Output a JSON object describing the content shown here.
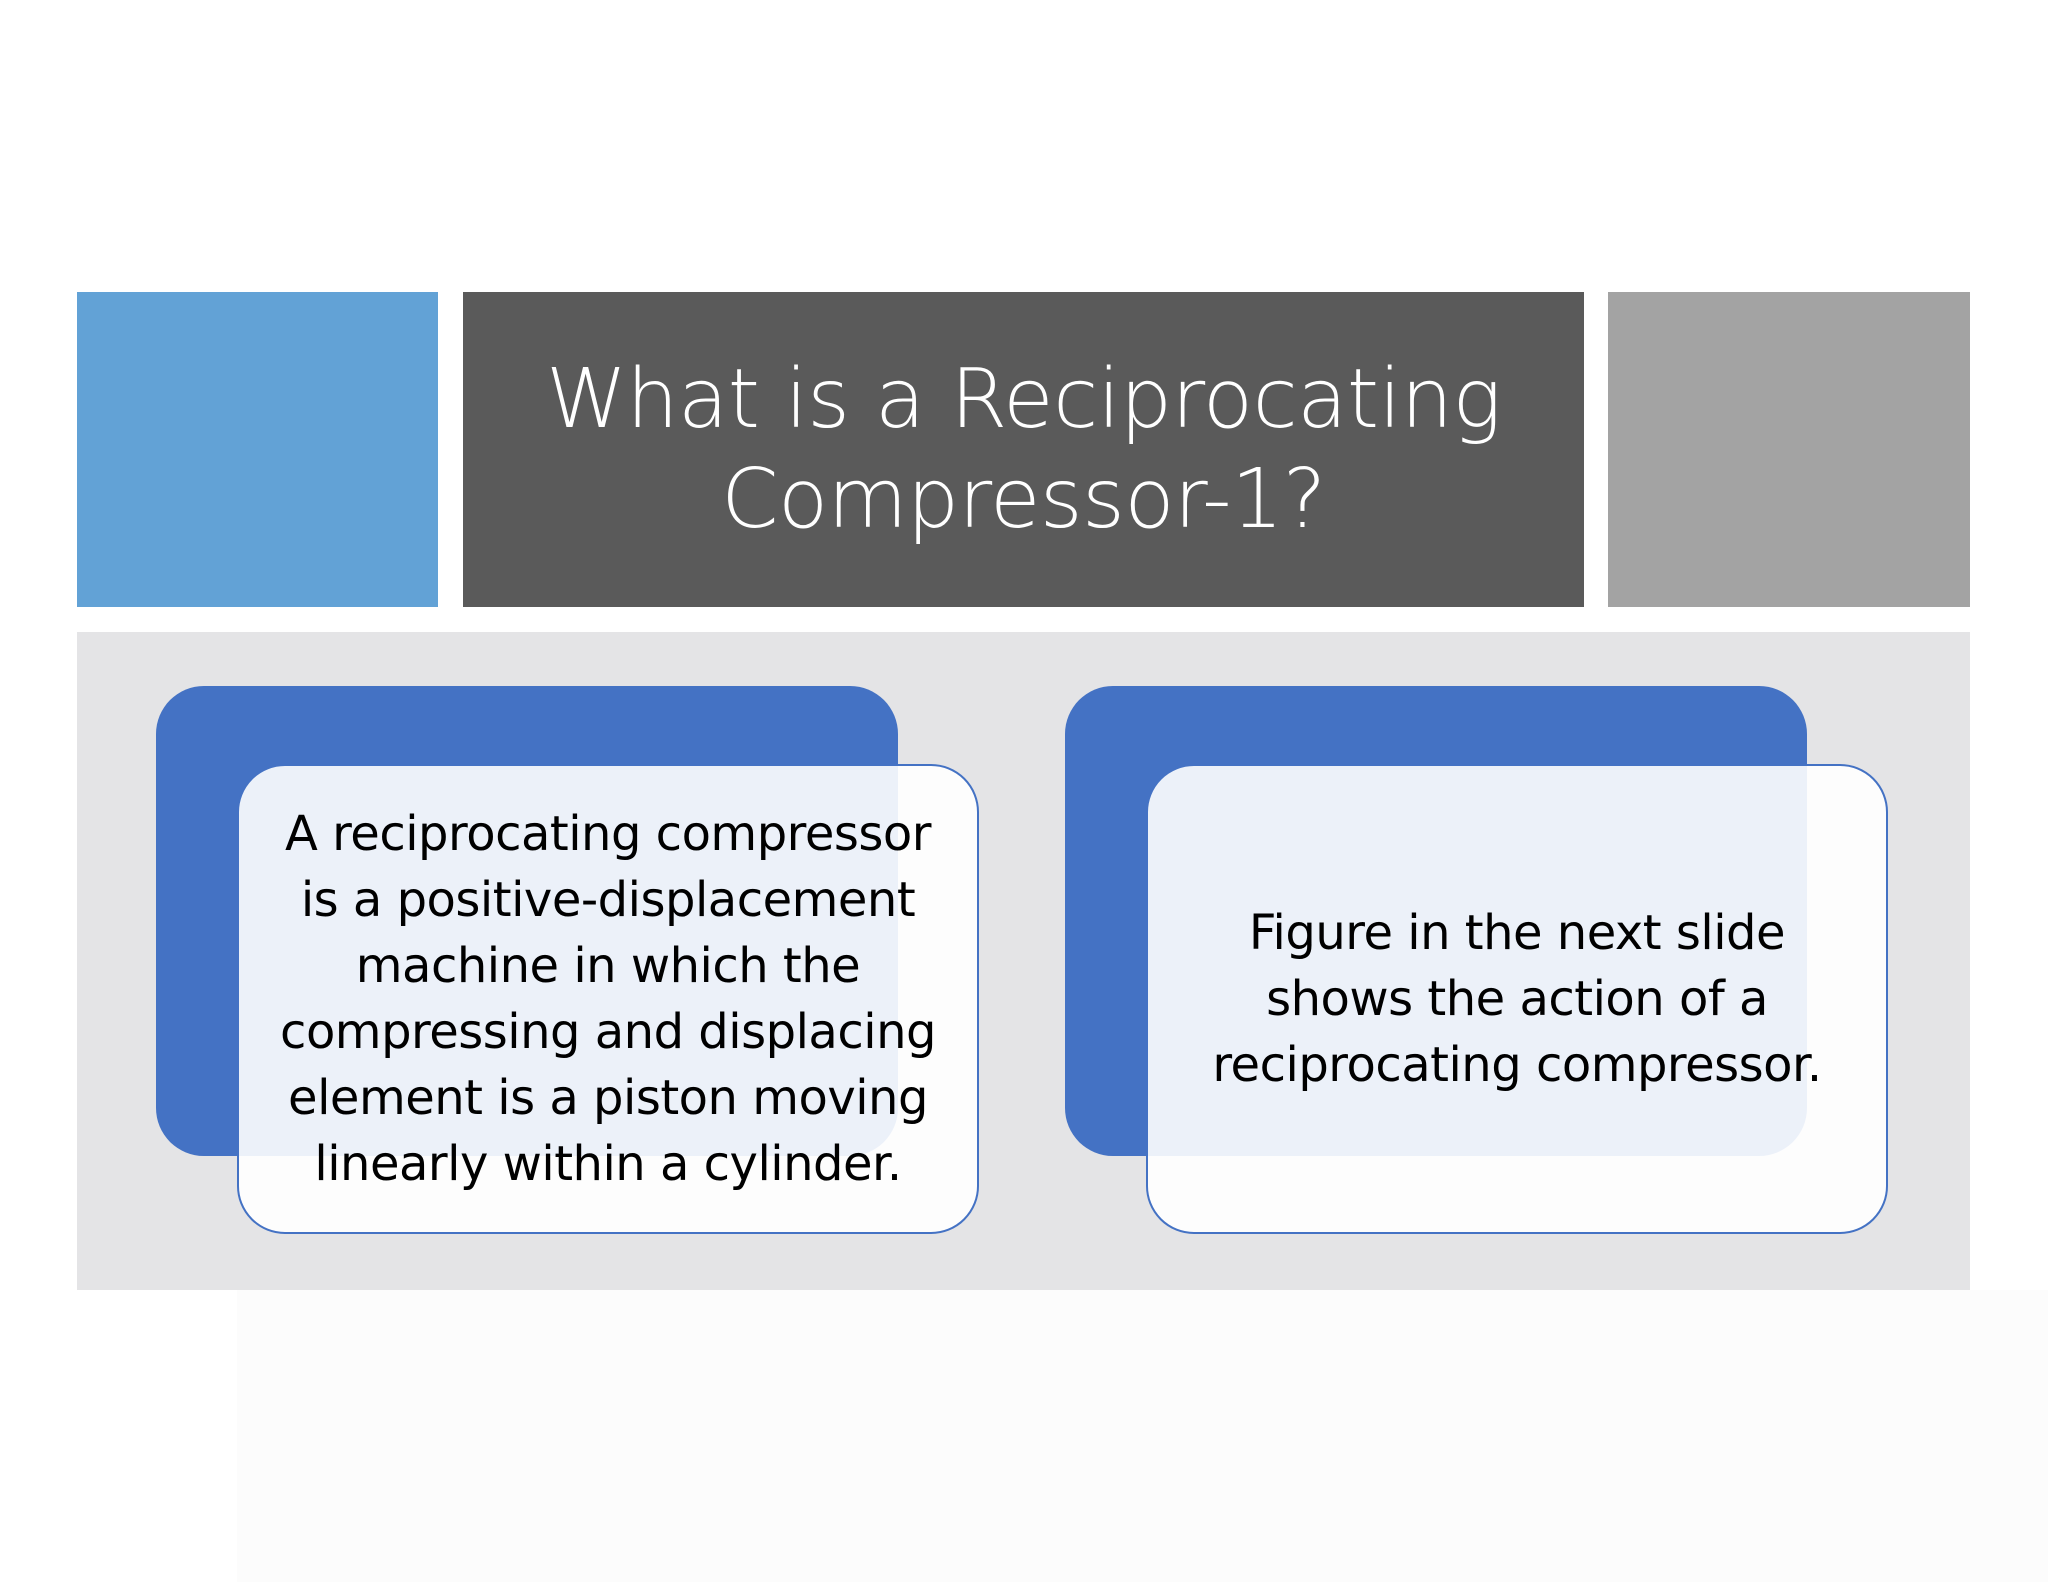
{
  "slide": {
    "title": "What is a Reciprocating Compressor-1?",
    "colors": {
      "accent_left": "#62a2d6",
      "title_bar": "#5a5a5a",
      "accent_right": "#a3a3a3",
      "content_panel": "#e4e4e6",
      "card_back": "#4472c4",
      "card_border": "#4472c4"
    },
    "cards": [
      {
        "text": "A reciprocating compressor is a positive-displacement machine in which the compressing and displacing element is a piston moving linearly within a cylinder."
      },
      {
        "text": "Figure in the next slide shows the action of a reciprocating compressor."
      }
    ]
  }
}
